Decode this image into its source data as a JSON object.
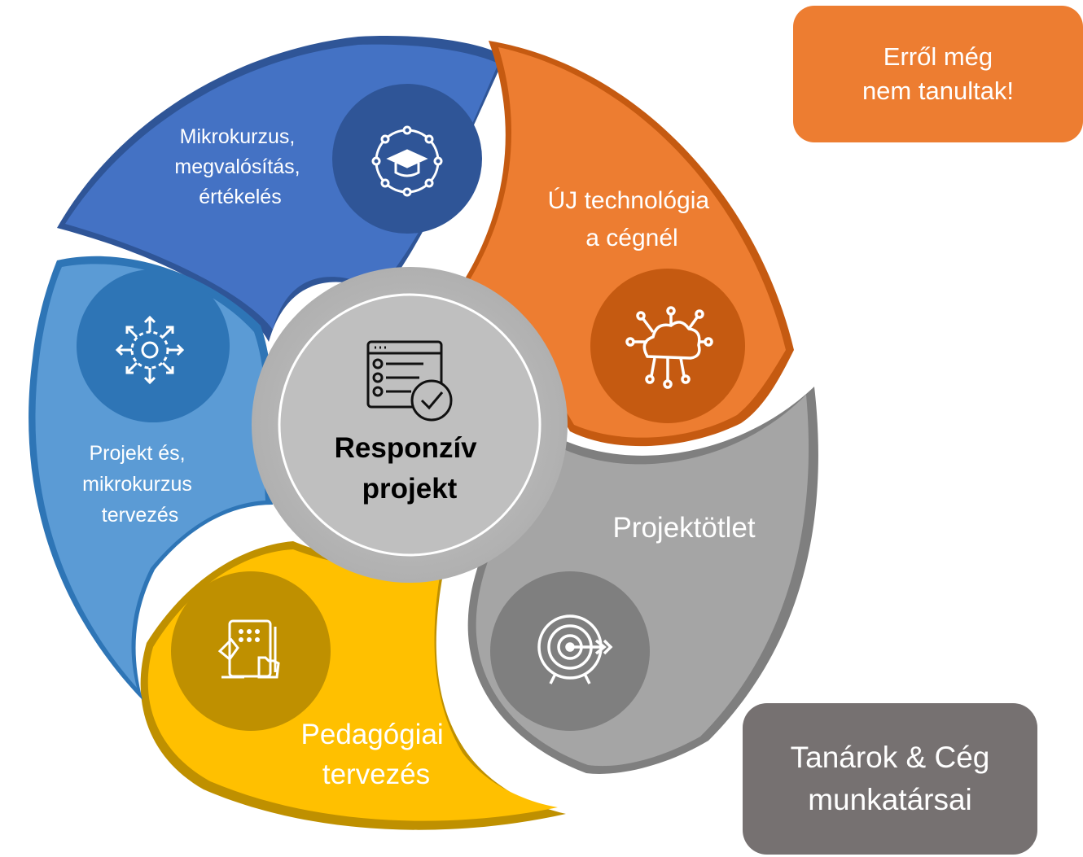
{
  "center": {
    "title_line1": "Responzív",
    "title_line2": "projekt"
  },
  "segments": [
    {
      "id": "design",
      "lines": [
        "Mikrokurzus,",
        "megvalósítás,",
        "értékelés"
      ],
      "color": "#4472c4",
      "dark": "#2f5597",
      "icon": "graduation-network-icon"
    },
    {
      "id": "tech",
      "lines": [
        "ÚJ technológia",
        "a cégnél"
      ],
      "color": "#ed7d31",
      "dark": "#c55a11",
      "icon": "cloud-network-icon"
    },
    {
      "id": "idea",
      "lines": [
        "Projektötlet"
      ],
      "color": "#a5a5a5",
      "dark": "#7f7f7f",
      "icon": "target-icon"
    },
    {
      "id": "pedagogy",
      "lines": [
        "Pedagógiai",
        "tervezés"
      ],
      "color": "#ffc000",
      "dark": "#bf9000",
      "icon": "touch-tablet-icon"
    },
    {
      "id": "planning",
      "lines": [
        "Projekt és,",
        "mikrokurzus",
        "tervezés"
      ],
      "color": "#5b9bd5",
      "dark": "#2e75b6",
      "icon": "spread-arrows-icon"
    }
  ],
  "note": {
    "text": "Erről még\nnem tanultak!",
    "color": "#ed7d31"
  },
  "actors": {
    "text": "Tanárok & Cég\nmunkatársai",
    "color": "#767171"
  }
}
